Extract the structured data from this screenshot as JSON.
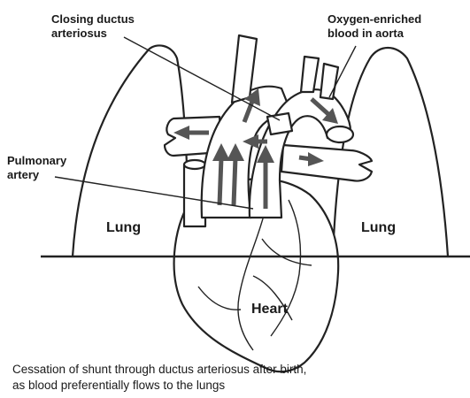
{
  "labels": {
    "ductus": [
      "Closing ductus",
      "arteriosus"
    ],
    "oxygen": [
      "Oxygen-enriched",
      "blood in aorta"
    ],
    "pulmonary": [
      "Pulmonary",
      "artery"
    ],
    "lung_left": "Lung",
    "lung_right": "Lung",
    "heart": "Heart"
  },
  "caption": [
    "Cessation of shunt through ductus arteriosus after birth,",
    "as blood preferentially flows to the lungs"
  ],
  "colors": {
    "line": "#222222",
    "arrow": "#555555",
    "background": "#ffffff"
  }
}
